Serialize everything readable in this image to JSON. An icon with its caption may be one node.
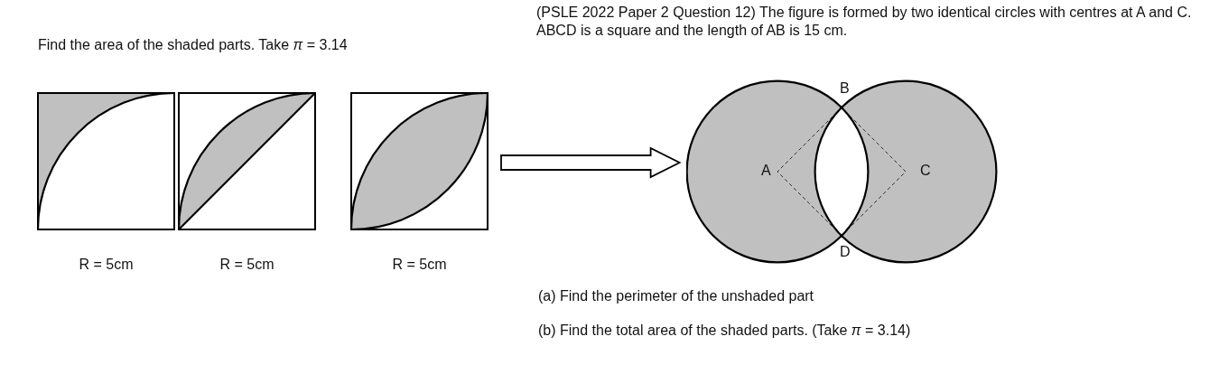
{
  "diagram": {
    "nodes": [
      {
        "text": [],
        "shape": "box",
        "beside": [
          "R = 5cm"
        ]
      },
      {
        "text": [],
        "shape": "box",
        "beside": [
          "R = 5cm"
        ]
      },
      {
        "text": [],
        "shape": "box",
        "beside": [
          "R = 5cm"
        ]
      },
      {
        "text": [],
        "shape": "picture"
      }
    ],
    "edges": [
      {
        "from": 2,
        "to": 3,
        "arrow": "to"
      }
    ],
    "labels": [
      "Find the area of the shaded parts. Take *π* = 3.14",
      "(PSLE 2022 Paper 2 Question 12) The figure is formed by two identical circles with centres at A and C. ABCD is a square and the length of AB is 15 cm.",
      "B",
      "A",
      "C",
      "D",
      "(a)  Find the perimeter of the unshaded part",
      "(b)  Find the total area of the shaded parts. (Take *π* = 3.14)"
    ]
  }
}
